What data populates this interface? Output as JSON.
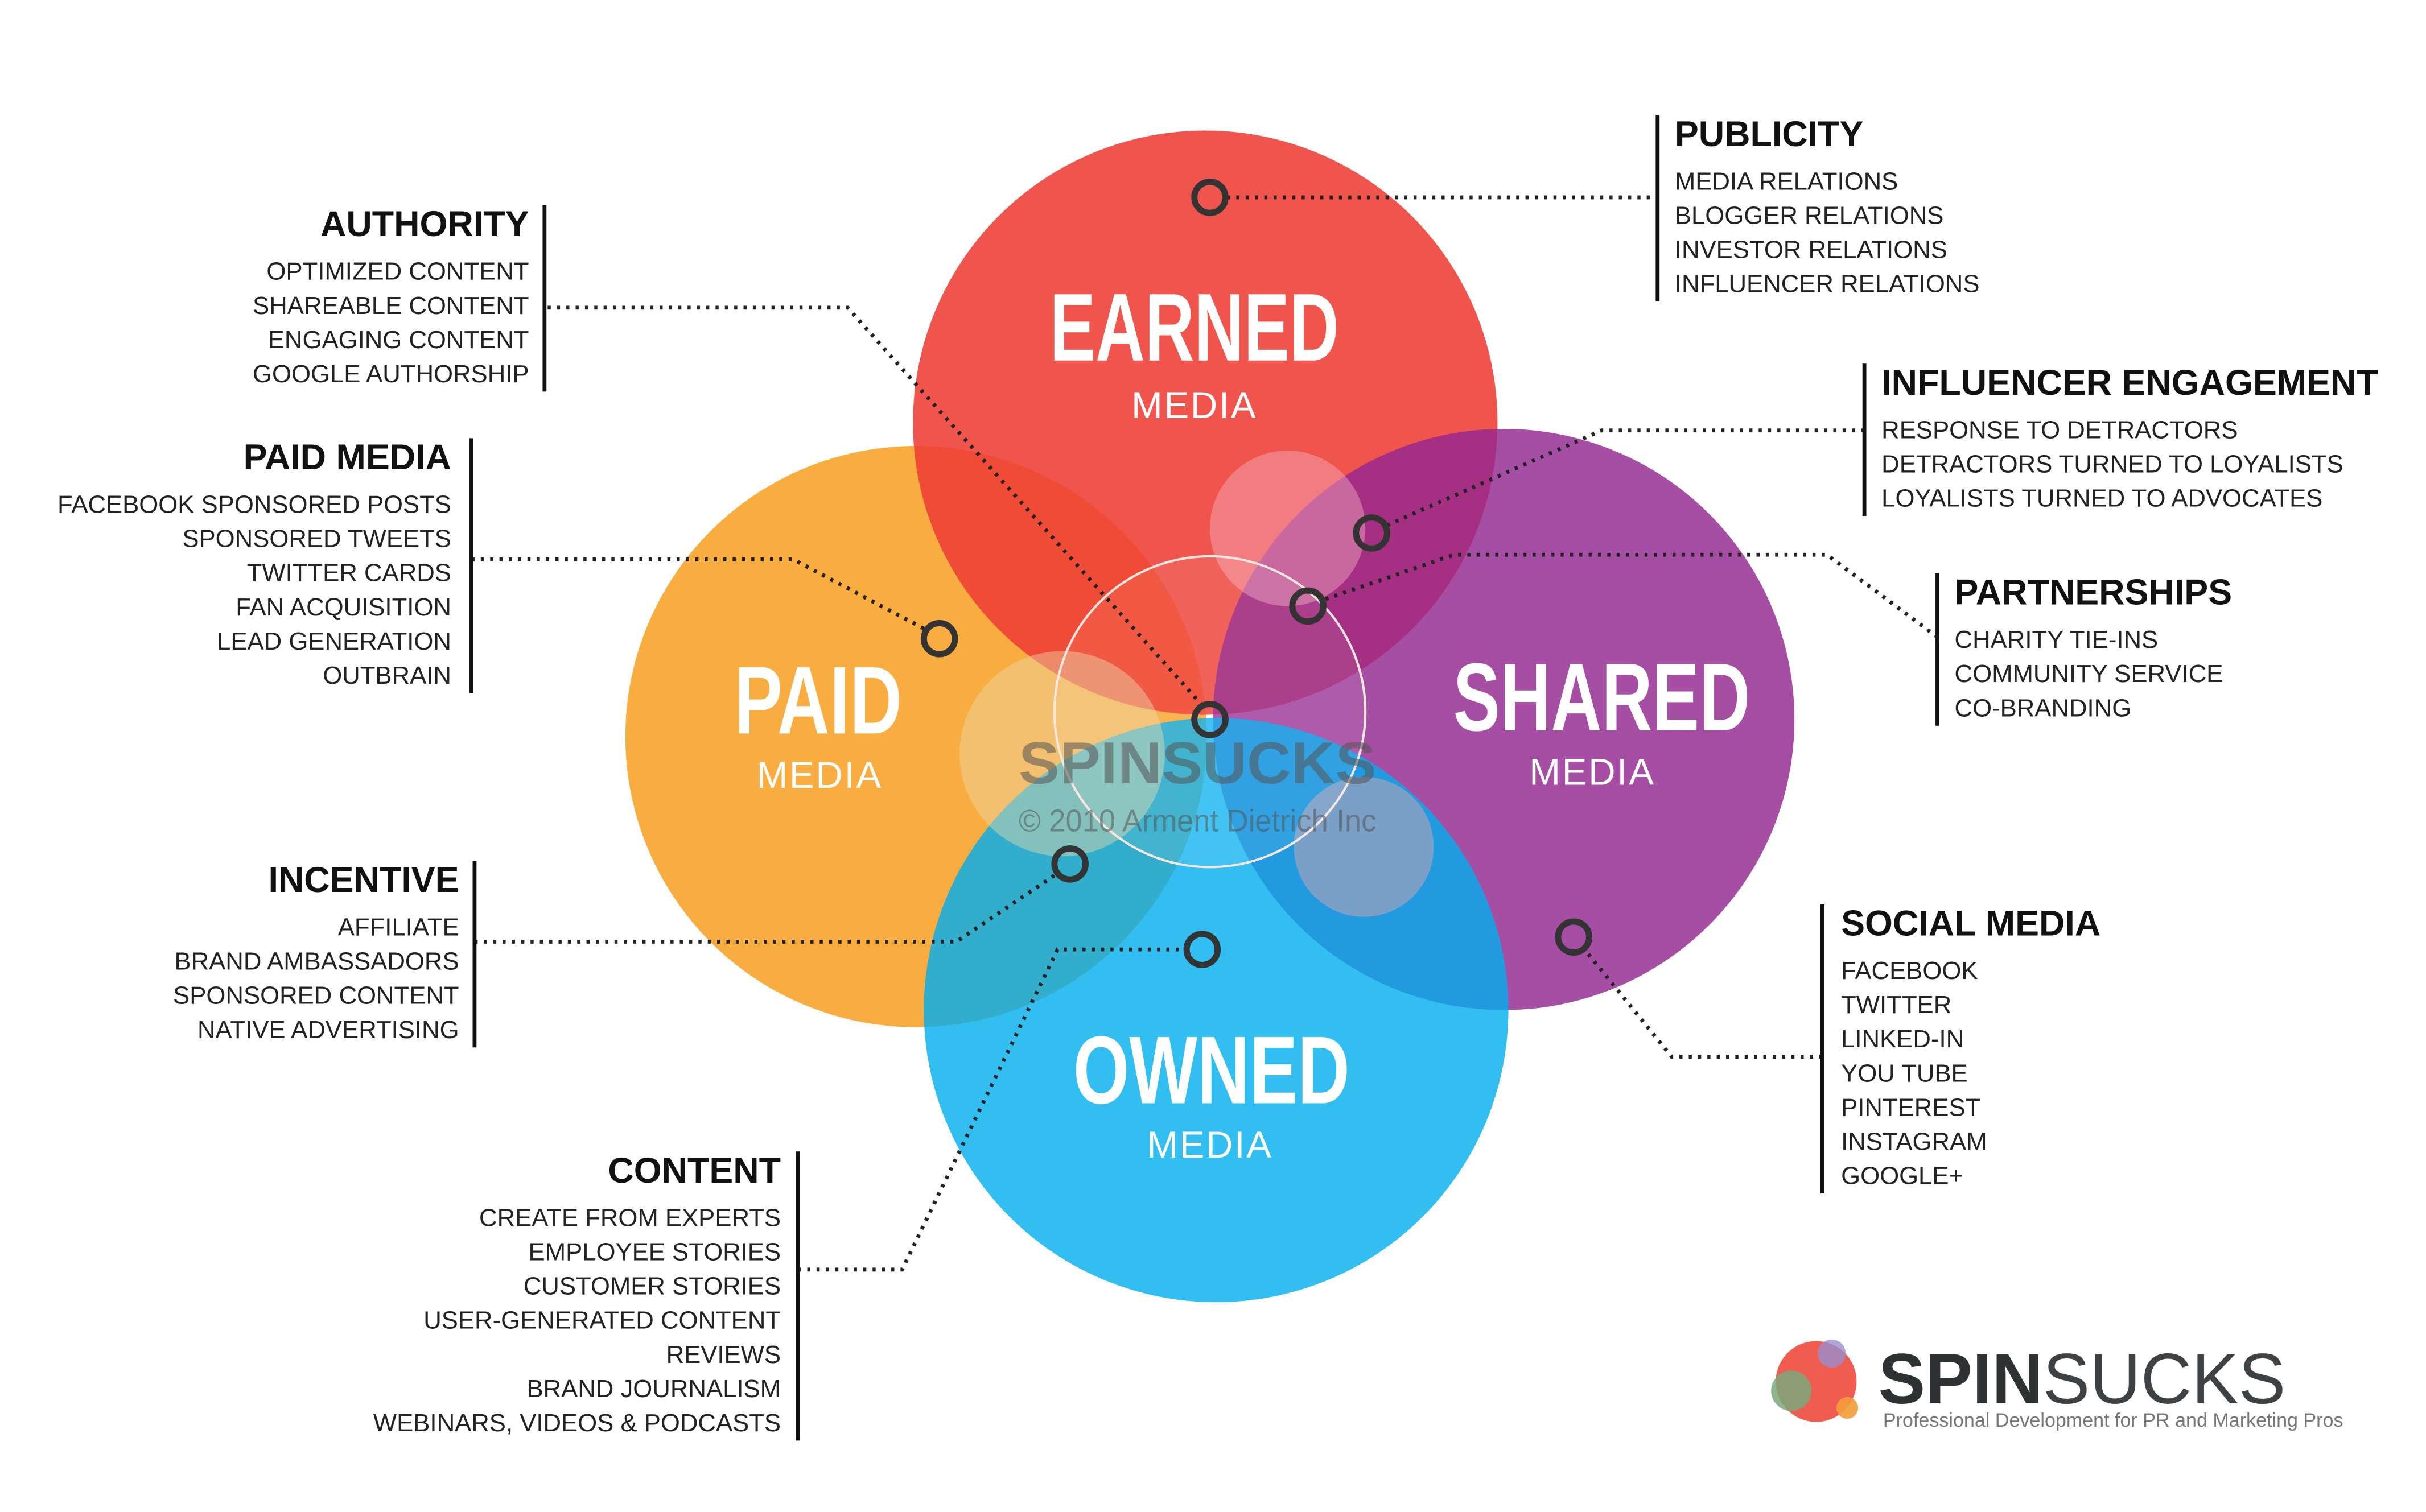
{
  "colors": {
    "earned": "#ee3e34",
    "paid": "#f9ad40",
    "shared": "#92278f",
    "owned": "#00aeef",
    "text": "#111111"
  },
  "circles": {
    "earned": {
      "title": "EARNED",
      "sub": "MEDIA"
    },
    "paid": {
      "title": "PAID",
      "sub": "MEDIA"
    },
    "shared": {
      "title": "SHARED",
      "sub": "MEDIA"
    },
    "owned": {
      "title": "OWNED",
      "sub": "MEDIA"
    }
  },
  "watermark": {
    "brand": "SPINSUCKS",
    "copyright": "© 2010 Arment Dietrich Inc"
  },
  "groups": [
    {
      "id": "authority",
      "title": "AUTHORITY",
      "items": [
        "OPTIMIZED CONTENT",
        "SHAREABLE CONTENT",
        "ENGAGING CONTENT",
        "GOOGLE AUTHORSHIP"
      ]
    },
    {
      "id": "paid-media",
      "title": "PAID MEDIA",
      "items": [
        "FACEBOOK SPONSORED POSTS",
        "SPONSORED TWEETS",
        "TWITTER CARDS",
        "FAN ACQUISITION",
        "LEAD GENERATION",
        "OUTBRAIN"
      ]
    },
    {
      "id": "incentive",
      "title": "INCENTIVE",
      "items": [
        "AFFILIATE",
        "BRAND AMBASSADORS",
        "SPONSORED CONTENT",
        "NATIVE ADVERTISING"
      ]
    },
    {
      "id": "content",
      "title": "CONTENT",
      "items": [
        "CREATE FROM EXPERTS",
        "EMPLOYEE STORIES",
        "CUSTOMER STORIES",
        "USER-GENERATED CONTENT",
        "REVIEWS",
        "BRAND JOURNALISM",
        "WEBINARS, VIDEOS & PODCASTS"
      ]
    },
    {
      "id": "publicity",
      "title": "PUBLICITY",
      "items": [
        "MEDIA RELATIONS",
        "BLOGGER RELATIONS",
        "INVESTOR RELATIONS",
        "INFLUENCER RELATIONS"
      ]
    },
    {
      "id": "influencer-engagement",
      "title": "INFLUENCER ENGAGEMENT",
      "items": [
        "RESPONSE TO DETRACTORS",
        "DETRACTORS TURNED TO LOYALISTS",
        "LOYALISTS TURNED TO ADVOCATES"
      ]
    },
    {
      "id": "partnerships",
      "title": "PARTNERSHIPS",
      "items": [
        "CHARITY TIE-INS",
        "COMMUNITY SERVICE",
        "CO-BRANDING"
      ]
    },
    {
      "id": "social-media",
      "title": "SOCIAL MEDIA",
      "items": [
        "FACEBOOK",
        "TWITTER",
        "LINKED-IN",
        "YOU TUBE",
        "PINTEREST",
        "INSTAGRAM",
        "GOOGLE+"
      ]
    }
  ],
  "logo": {
    "brand_bold": "SPIN",
    "brand_light": "SUCKS",
    "tagline": "Professional Development for PR and Marketing Pros"
  }
}
